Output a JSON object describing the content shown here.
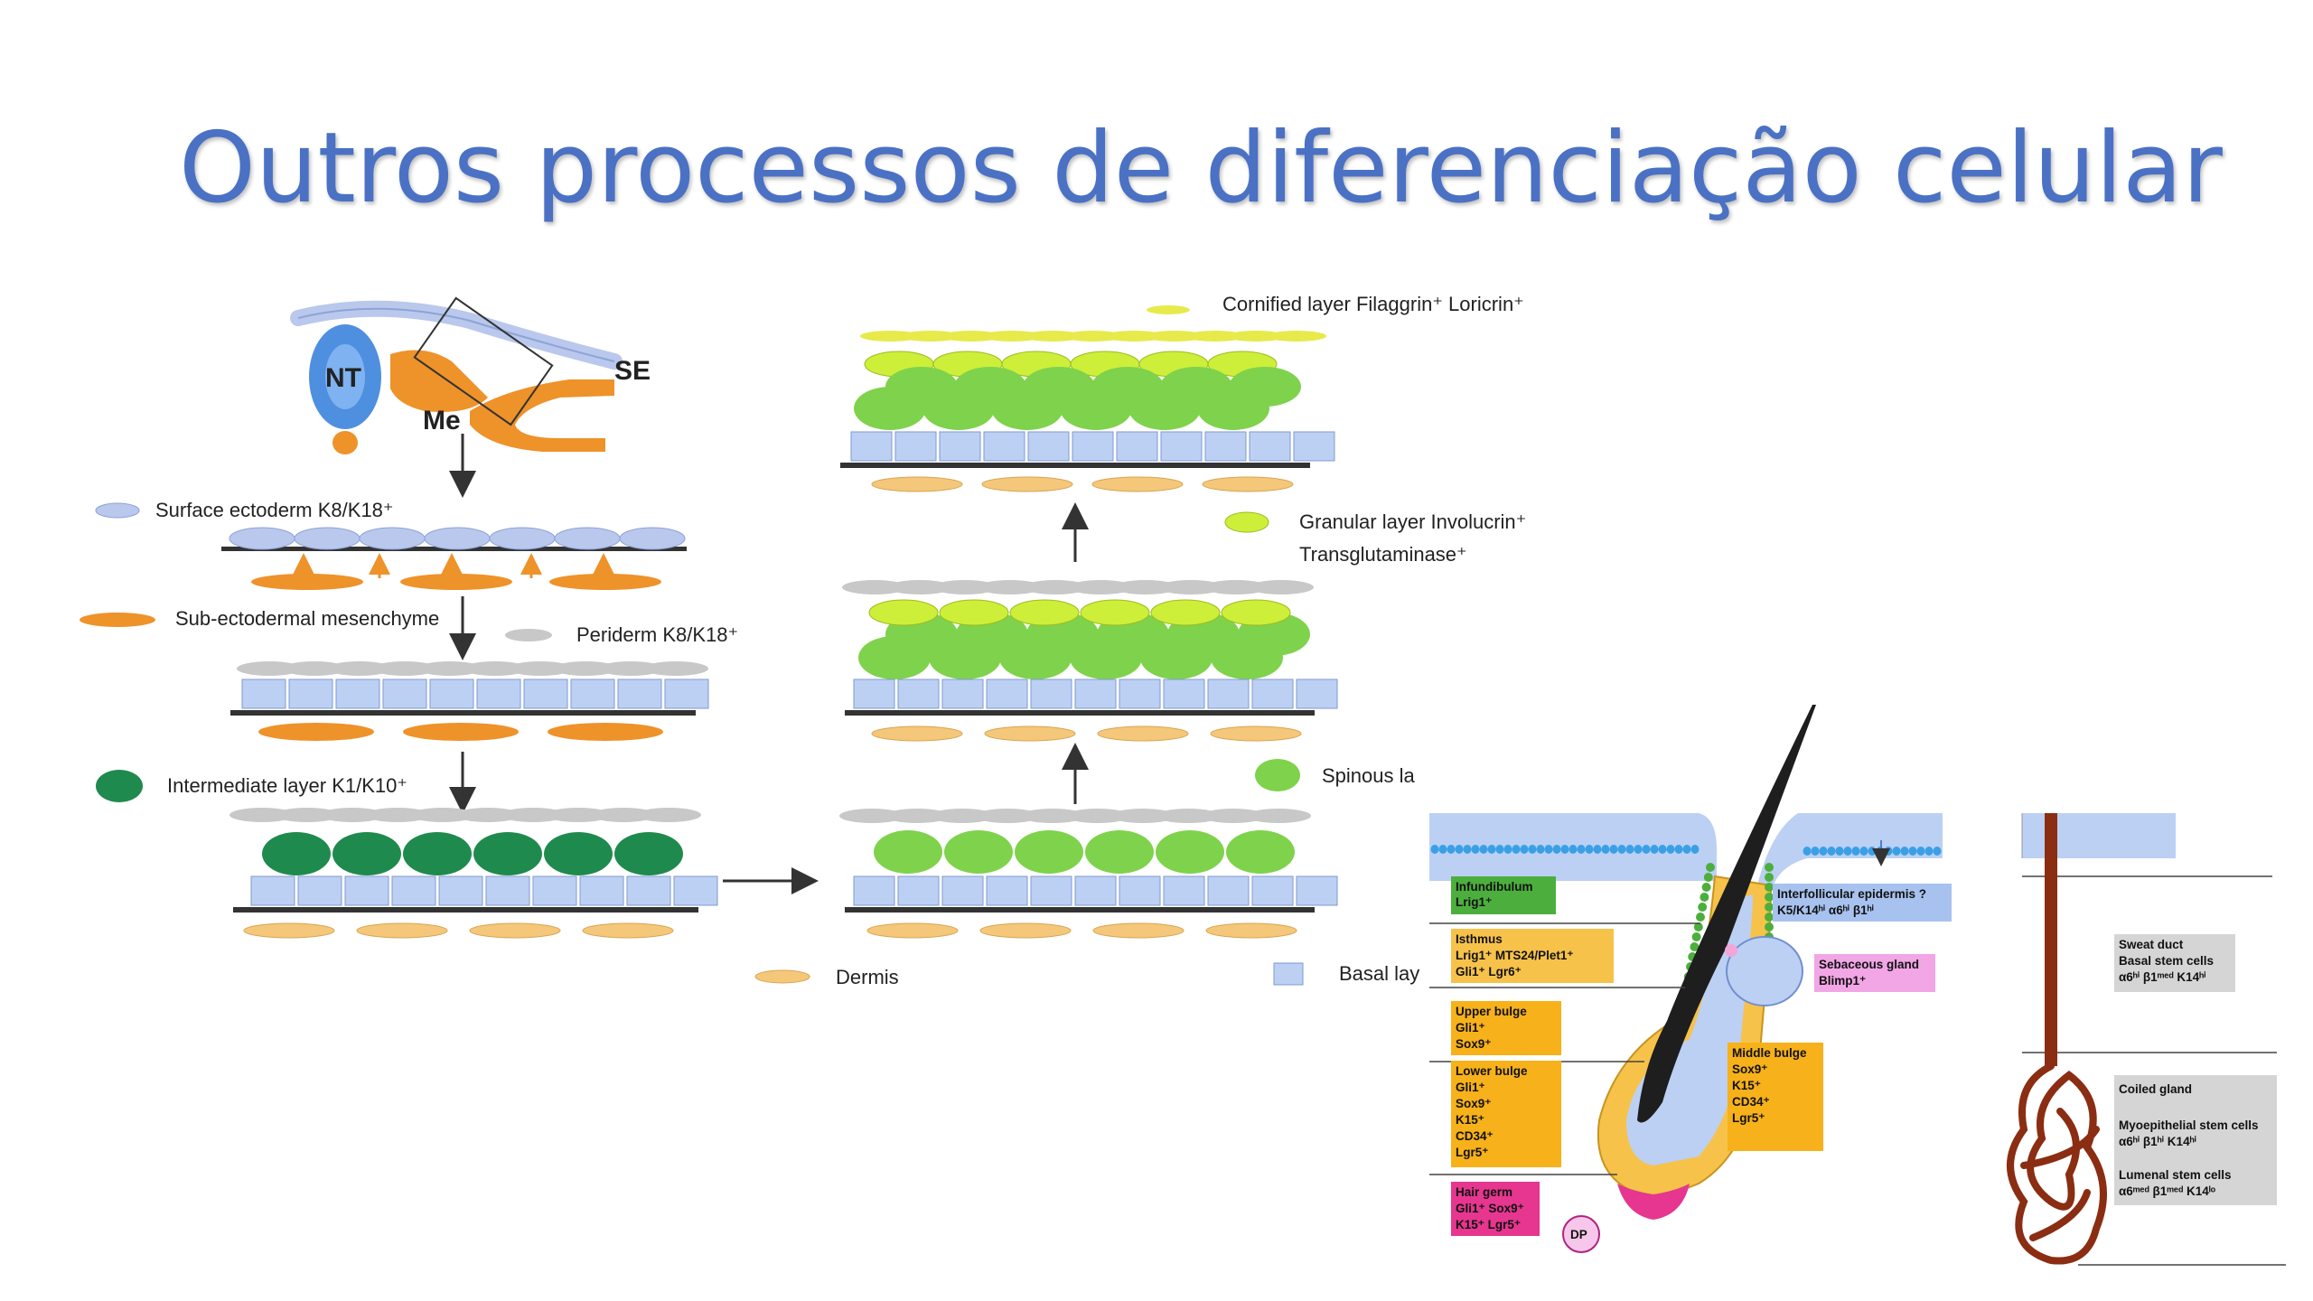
{
  "slide": {
    "title": "Outros processos de diferenciação celular"
  },
  "colors": {
    "title": "#4a71c4",
    "surface_ectoderm": "#b9c8ec",
    "mesenchyme": "#ee922a",
    "periderm": "#c8c8c8",
    "intermediate": "#1f8a4d",
    "spinous": "#7fd24c",
    "granular": "#cdef3a",
    "cornified": "#e7ea4a",
    "dermis": "#f5c77a",
    "basal": "#bcd0f4",
    "hair": "#1e1e1e",
    "sweat_gland": "#8a2d12"
  },
  "diagram": {
    "embryo": {
      "nt": "NT",
      "me": "Me",
      "se": "SE"
    },
    "legend": {
      "surface_ectoderm": "Surface ectoderm K8/K18⁺",
      "mesenchyme": "Sub-ectodermal mesenchyme",
      "periderm": "Periderm K8/K18⁺",
      "intermediate": "Intermediate layer K1/K10⁺",
      "dermis": "Dermis",
      "cornified": "Cornified layer Filaggrin⁺  Loricrin⁺",
      "granular_1": "Granular layer Involucrin⁺",
      "granular_2": "Transglutaminase⁺",
      "spinous": "Spinous la",
      "basal": "Basal lay"
    }
  },
  "follicle": {
    "infundibulum": [
      "Infundibulum",
      "Lrig1⁺"
    ],
    "isthmus": [
      "Isthmus",
      "Lrig1⁺ MTS24/Plet1⁺",
      "Gli1⁺ Lgr6⁺"
    ],
    "upper_bulge": [
      "Upper bulge",
      "Gli1⁺",
      "Sox9⁺"
    ],
    "lower_bulge": [
      "Lower bulge",
      "Gli1⁺",
      "Sox9⁺",
      "K15⁺",
      "CD34⁺",
      "Lgr5⁺"
    ],
    "hair_germ": [
      "Hair germ",
      "Gli1⁺ Sox9⁺",
      "K15⁺ Lgr5⁺"
    ],
    "interfollicular": [
      "Interfollicular epidermis ?",
      "K5/K14ʰⁱ α6ʰⁱ β1ʰⁱ"
    ],
    "sebaceous": [
      "Sebaceous gland",
      "Blimp1⁺"
    ],
    "middle_bulge": [
      "Middle bulge",
      "Sox9⁺",
      "K15⁺",
      "CD34⁺",
      "Lgr5⁺"
    ],
    "dp": "DP"
  },
  "sweat": {
    "duct": [
      "Sweat duct",
      "Basal stem cells",
      "α6ʰⁱ β1ᵐᵉᵈ K14ʰⁱ"
    ],
    "coiled": [
      "Coiled  gland"
    ],
    "myoepithelial": [
      "Myoepithelial stem cells",
      "α6ʰⁱ  β1ʰⁱ  K14ʰⁱ"
    ],
    "lumenal": [
      "Lumenal stem cells",
      "α6ᵐᵉᵈ β1ᵐᵉᵈ K14ˡᵒ"
    ]
  }
}
